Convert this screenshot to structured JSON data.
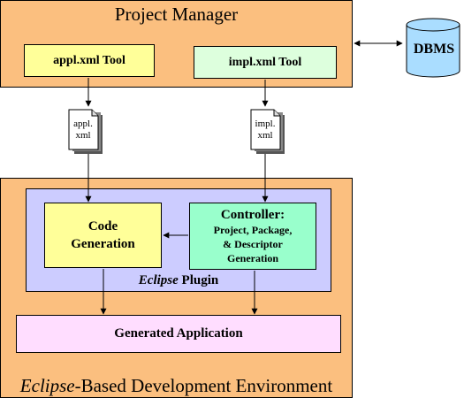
{
  "project_manager": {
    "title": "Project Manager",
    "appl_tool": "appl.xml Tool",
    "impl_tool": "impl.xml Tool"
  },
  "dbms": {
    "label": "DBMS"
  },
  "documents": {
    "appl": {
      "line1": "appl.",
      "line2": "xml"
    },
    "impl": {
      "line1": "impl.",
      "line2": "xml"
    }
  },
  "dev_env": {
    "title_italic": "Eclipse",
    "title_rest": "-Based Development Environment"
  },
  "plugin": {
    "label_italic": "Eclipse",
    "label_rest": " Plugin"
  },
  "code_generation": {
    "line1": "Code",
    "line2": "Generation"
  },
  "controller": {
    "title": "Controller:",
    "line1": "Project, Package,",
    "line2": "& Descriptor",
    "line3": "Generation"
  },
  "generated_app": {
    "label": "Generated Application"
  },
  "colors": {
    "orange": "#fbbf7f",
    "yellow": "#ffff99",
    "light_green": "#ddffdd",
    "mint": "#99ffcc",
    "lavender": "#ccccff",
    "pink": "#ffddff",
    "db_blue": "#aaddff"
  }
}
